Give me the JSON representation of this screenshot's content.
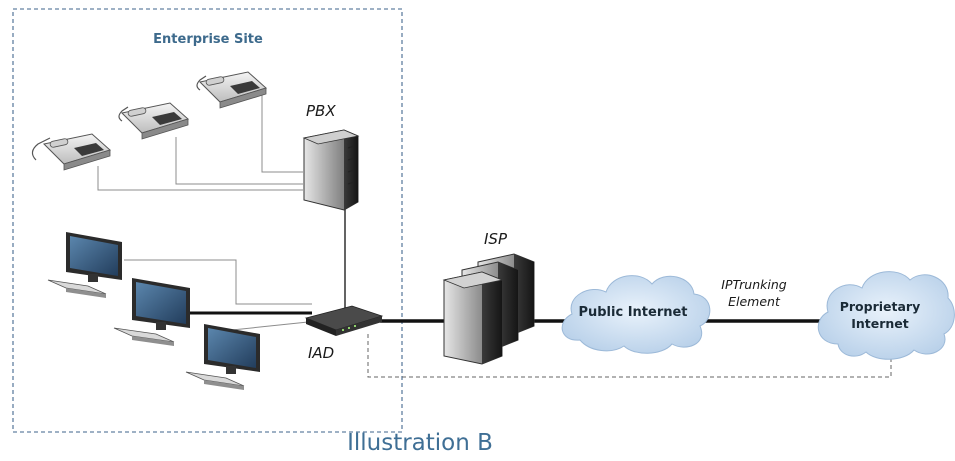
{
  "site": {
    "title": "Enterprise Site"
  },
  "devices": {
    "pbx": "PBX",
    "isp": "ISP",
    "iad": "IAD"
  },
  "links": {
    "trunking_element": "IPTrunking Element"
  },
  "clouds": {
    "public": "Public Internet",
    "proprietary": "Proprietary Internet"
  },
  "caption": "Illustration B",
  "colors": {
    "site_border": "#7f97b2",
    "site_title": "#3d6a8c",
    "cloud_fill": "#cfe0f1",
    "caption": "#3f6f95"
  }
}
